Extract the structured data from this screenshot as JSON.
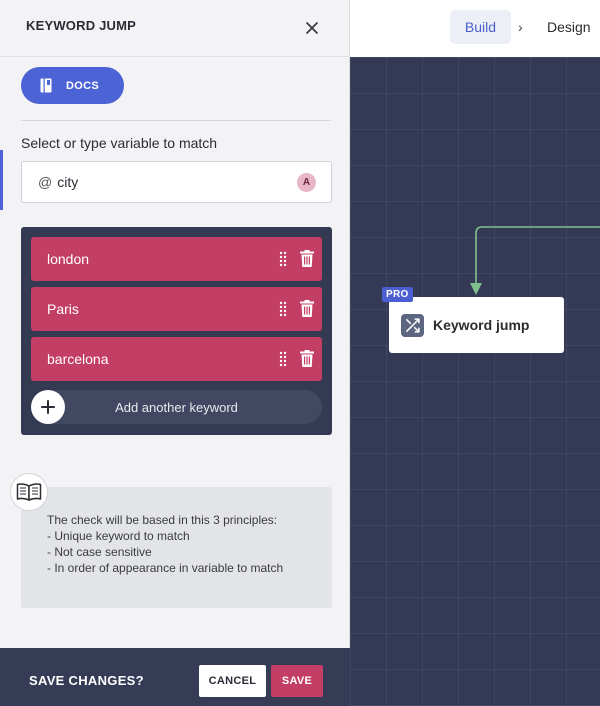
{
  "topbar": {
    "build_label": "Build",
    "separator": "›",
    "design_label": "Design"
  },
  "canvas": {
    "node": {
      "badge": "PRO",
      "label": "Keyword jump",
      "icon": "shuffle-icon"
    },
    "connector_color": "#7fc08e"
  },
  "panel": {
    "title": "KEYWORD JUMP",
    "close_icon": "close-icon",
    "docs_label": "DOCS",
    "variable_label": "Select or type variable to match",
    "variable": {
      "prefix": "@",
      "value": "city",
      "badge": "A"
    },
    "keywords": [
      {
        "label": "london"
      },
      {
        "label": "Paris"
      },
      {
        "label": "barcelona"
      }
    ],
    "add_keyword_label": "Add another keyword",
    "info": {
      "intro": "The check will be based in this 3 principles:",
      "lines": [
        "- Unique keyword to match",
        "- Not case sensitive",
        "- In order of appearance in variable to match"
      ]
    },
    "footer": {
      "label": "SAVE CHANGES?",
      "cancel_label": "CANCEL",
      "save_label": "SAVE"
    }
  },
  "colors": {
    "accent_blue": "#4c63d6",
    "keyword_pink": "#c23e64",
    "canvas_bg": "#343a55"
  }
}
